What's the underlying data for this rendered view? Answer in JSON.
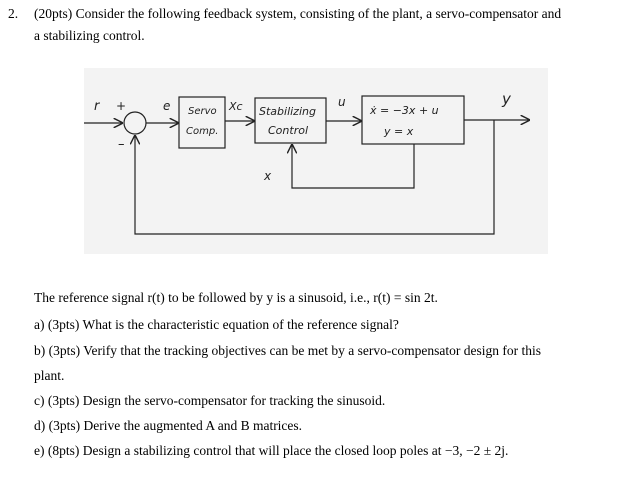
{
  "question": {
    "number": "2.",
    "header_line1": "(20pts) Consider the following feedback system, consisting of the plant, a servo-compensator and",
    "header_line2": "a stabilizing control."
  },
  "diagram": {
    "input_signal": "r",
    "plus_sign": "+",
    "minus_sign": "–",
    "error_signal": "e",
    "servo_block": [
      "Servo",
      "Comp."
    ],
    "servo_output": "Xᴄ",
    "stabilizing_block": [
      "Stabilizing",
      "Control"
    ],
    "control_signal": "u",
    "plant_block": [
      "ẋ = −3x + u",
      "y = x"
    ],
    "output_signal": "y",
    "state_feedback": "x"
  },
  "body": {
    "reference_line": "The reference signal r(t) to be followed by y is a sinusoid, i.e., r(t)  =  sin 2t.",
    "parts": [
      "a) (3pts) What is the characteristic equation of the reference signal?",
      "b) (3pts) Verify that the tracking objectives can be met by a servo-compensator design for this",
      "plant.",
      "c) (3pts) Design the servo-compensator for tracking the sinusoid.",
      "d) (3pts) Derive the augmented A and B matrices.",
      "e) (8pts) Design a stabilizing control that will place the closed loop poles at −3, −2 ± 2j."
    ]
  }
}
